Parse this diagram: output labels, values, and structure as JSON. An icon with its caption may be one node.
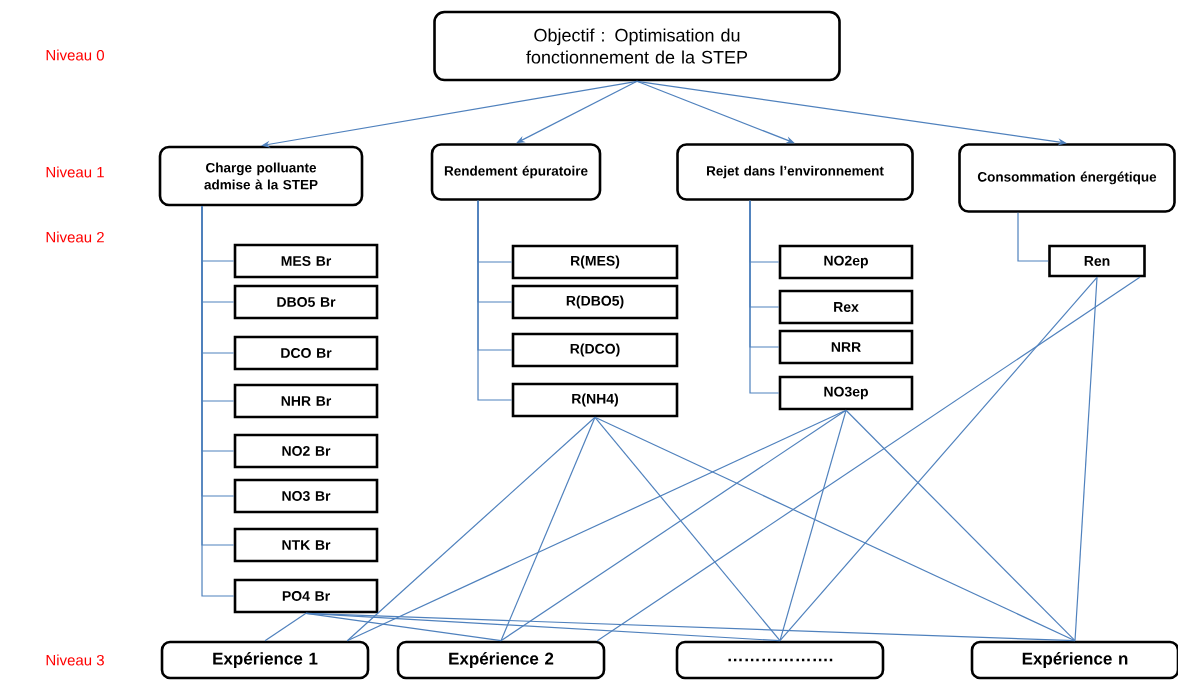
{
  "diagram": {
    "nodes": [
      {
        "text": [
          "Objectif : Optimisation du fonctionnement de la STEP"
        ]
      },
      {
        "text": [
          "Charge polluante admise à la STEP"
        ]
      },
      {
        "text": [
          "Rendement épuratoire"
        ]
      },
      {
        "text": [
          "Rejet dans l’environnement"
        ]
      },
      {
        "text": [
          "Consommation énergétique"
        ]
      },
      {
        "text": [
          "MES Br"
        ]
      },
      {
        "text": [
          "DBO5 Br"
        ]
      },
      {
        "text": [
          "DCO Br"
        ]
      },
      {
        "text": [
          "NHR Br"
        ]
      },
      {
        "text": [
          "NO2 Br"
        ]
      },
      {
        "text": [
          "NO3 Br"
        ]
      },
      {
        "text": [
          "NTK Br"
        ]
      },
      {
        "text": [
          "PO4 Br"
        ]
      },
      {
        "text": [
          "R(MES)"
        ]
      },
      {
        "text": [
          "R(DBO5)"
        ]
      },
      {
        "text": [
          "R(DCO)"
        ]
      },
      {
        "text": [
          "R(NH4)"
        ]
      },
      {
        "text": [
          "NO2ep"
        ]
      },
      {
        "text": [
          "Rex"
        ]
      },
      {
        "text": [
          "NRR"
        ]
      },
      {
        "text": [
          "NO3ep"
        ]
      },
      {
        "text": [
          "Ren"
        ]
      },
      {
        "text": [
          "Expérience 1"
        ]
      },
      {
        "text": [
          "Expérience 2"
        ]
      },
      {
        "text": [
          "………………."
        ]
      },
      {
        "text": [
          "Expérience n"
        ]
      }
    ],
    "edges": [
      {
        "from": 0,
        "to": 1,
        "arrow": "to"
      },
      {
        "from": 0,
        "to": 2,
        "arrow": "to"
      },
      {
        "from": 0,
        "to": 3,
        "arrow": "to"
      },
      {
        "from": 0,
        "to": 4,
        "arrow": "to"
      },
      {
        "from": 1,
        "to": 5,
        "arrow": "none"
      },
      {
        "from": 1,
        "to": 6,
        "arrow": "none"
      },
      {
        "from": 1,
        "to": 7,
        "arrow": "none"
      },
      {
        "from": 1,
        "to": 8,
        "arrow": "none"
      },
      {
        "from": 1,
        "to": 9,
        "arrow": "none"
      },
      {
        "from": 1,
        "to": 10,
        "arrow": "none"
      },
      {
        "from": 1,
        "to": 11,
        "arrow": "none"
      },
      {
        "from": 1,
        "to": 12,
        "arrow": "none"
      },
      {
        "from": 2,
        "to": 13,
        "arrow": "none"
      },
      {
        "from": 2,
        "to": 14,
        "arrow": "none"
      },
      {
        "from": 2,
        "to": 15,
        "arrow": "none"
      },
      {
        "from": 2,
        "to": 16,
        "arrow": "none"
      },
      {
        "from": 3,
        "to": 17,
        "arrow": "none"
      },
      {
        "from": 3,
        "to": 18,
        "arrow": "none"
      },
      {
        "from": 3,
        "to": 19,
        "arrow": "none"
      },
      {
        "from": 3,
        "to": 20,
        "arrow": "none"
      },
      {
        "from": 4,
        "to": 21,
        "arrow": "none"
      },
      {
        "from": 12,
        "to": 22,
        "arrow": "none"
      },
      {
        "from": 12,
        "to": 23,
        "arrow": "none"
      },
      {
        "from": 12,
        "to": 24,
        "arrow": "none"
      },
      {
        "from": 12,
        "to": 25,
        "arrow": "none"
      },
      {
        "from": 16,
        "to": 22,
        "arrow": "none"
      },
      {
        "from": 16,
        "to": 23,
        "arrow": "none"
      },
      {
        "from": 16,
        "to": 24,
        "arrow": "none"
      },
      {
        "from": 16,
        "to": 25,
        "arrow": "none"
      },
      {
        "from": 20,
        "to": 22,
        "arrow": "none"
      },
      {
        "from": 20,
        "to": 23,
        "arrow": "none"
      },
      {
        "from": 20,
        "to": 24,
        "arrow": "none"
      },
      {
        "from": 20,
        "to": 25,
        "arrow": "none"
      },
      {
        "from": 21,
        "to": 23,
        "arrow": "none"
      },
      {
        "from": 21,
        "to": 24,
        "arrow": "none"
      },
      {
        "from": 21,
        "to": 25,
        "arrow": "none"
      }
    ],
    "labels": [
      "Niveau 0",
      "Niveau 1",
      "Niveau 2",
      "Niveau 3"
    ]
  }
}
